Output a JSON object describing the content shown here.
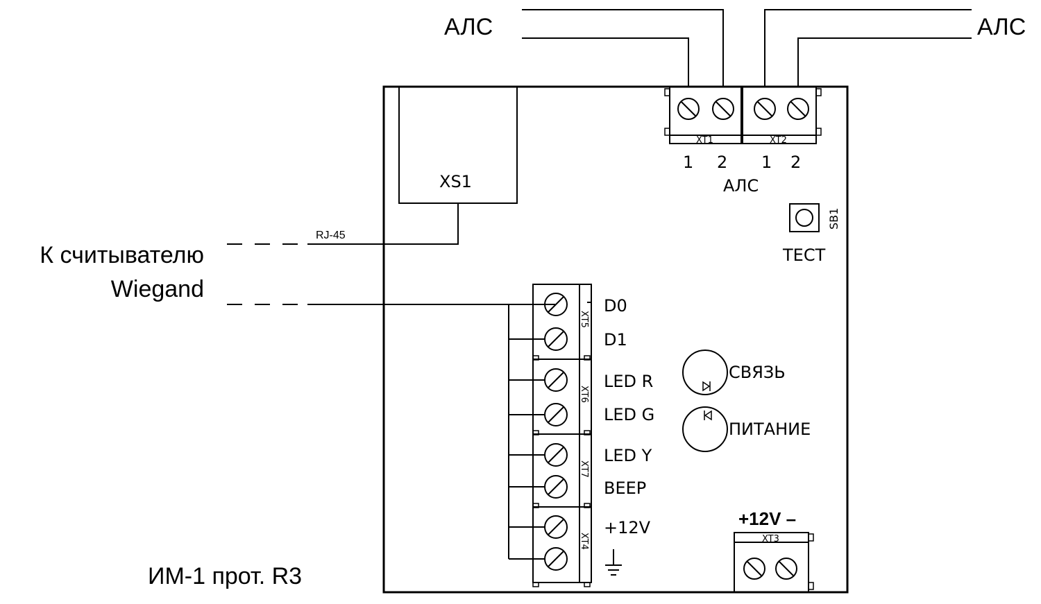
{
  "labels": {
    "als_top_left": "АЛС",
    "als_top_right": "АЛС",
    "als_bottom": "АЛС",
    "xs1": "XS1",
    "rj45": "RJ-45",
    "reader_line1": "К считывателю",
    "reader_line2": "Wiegand",
    "sb1": "SB1",
    "test": "ТЕСТ",
    "link": "СВЯЗЬ",
    "power": "ПИТАНИЕ",
    "supply": "+12V –",
    "device": "ИМ-1 прот. R3",
    "xt3": "XT3"
  },
  "top_blocks": [
    {
      "name": "XT1",
      "pins": [
        "1",
        "2"
      ]
    },
    {
      "name": "XT2",
      "pins": [
        "1",
        "2"
      ]
    }
  ],
  "side_blocks": [
    {
      "name": "XT5",
      "pins": [
        "D0",
        "D1"
      ]
    },
    {
      "name": "XT6",
      "pins": [
        "LED R",
        "LED G"
      ]
    },
    {
      "name": "XT7",
      "pins": [
        "LED Y",
        "BEEP"
      ]
    },
    {
      "name": "XT4",
      "pins": [
        "+12V",
        ""
      ]
    }
  ]
}
